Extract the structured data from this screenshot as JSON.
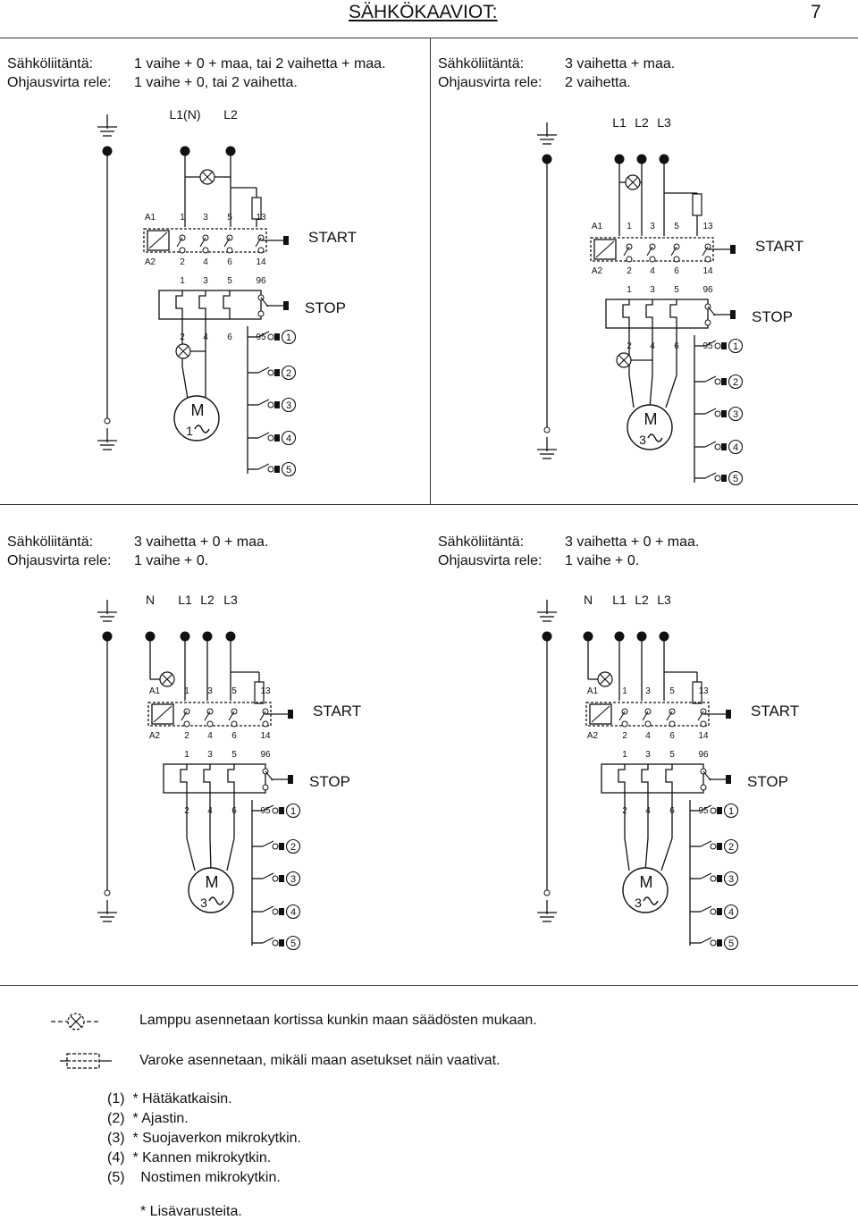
{
  "page": {
    "title": "SÄHKÖKAAVIOT:",
    "number": "7"
  },
  "panels": [
    {
      "conn_label": "Sähköliitäntä:",
      "conn_value": "1 vaihe + 0 + maa, tai 2 vaihetta + maa.",
      "ctrl_label": "Ohjausvirta rele:",
      "ctrl_value": "1 vaihe + 0, tai 2 vaihetta.",
      "supply": [
        "L1(N)",
        "L2"
      ],
      "motor": [
        "M",
        "1"
      ]
    },
    {
      "conn_label": "Sähköliitäntä:",
      "conn_value": "3 vaihetta + maa.",
      "ctrl_label": "Ohjausvirta rele:",
      "ctrl_value": "2 vaihetta.",
      "supply": [
        "L1",
        "L2",
        "L3"
      ],
      "motor": [
        "M",
        "3"
      ]
    },
    {
      "conn_label": "Sähköliitäntä:",
      "conn_value": "3 vaihetta + 0 + maa.",
      "ctrl_label": "Ohjausvirta rele:",
      "ctrl_value": "1 vaihe + 0.",
      "supply": [
        "N",
        "L1",
        "L2",
        "L3"
      ],
      "motor": [
        "M",
        "3"
      ]
    },
    {
      "conn_label": "Sähköliitäntä:",
      "conn_value": "3 vaihetta + 0 + maa.",
      "ctrl_label": "Ohjausvirta rele:",
      "ctrl_value": "1 vaihe + 0.",
      "supply": [
        "N",
        "L1",
        "L2",
        "L3"
      ],
      "motor": [
        "M",
        "3"
      ]
    }
  ],
  "contactor": {
    "top": [
      "A1",
      "1",
      "3",
      "5",
      "13"
    ],
    "bottom": [
      "A2",
      "2",
      "4",
      "6",
      "14"
    ],
    "relay_top": [
      "1",
      "3",
      "5",
      "96"
    ],
    "relay_bottom": [
      "2",
      "4",
      "6",
      "95"
    ]
  },
  "buttons": {
    "start": "START",
    "stop": "STOP"
  },
  "switch_numbers": [
    "1",
    "2",
    "3",
    "4",
    "5"
  ],
  "legend": {
    "lamp": "Lamppu asennetaan kortissa kunkin maan säädösten mukaan.",
    "heater": "Varoke asennetaan, mikäli maan asetukset näin vaativat."
  },
  "notes": [
    {
      "num": "(1)",
      "text": "* Hätäkatkaisin."
    },
    {
      "num": "(2)",
      "text": "* Ajastin."
    },
    {
      "num": "(3)",
      "text": "* Suojaverkon mikrokytkin."
    },
    {
      "num": "(4)",
      "text": "* Kannen mikrokytkin."
    },
    {
      "num": "(5)",
      "text": "  Nostimen mikrokytkin."
    }
  ],
  "footnote": "* Lisävarusteita."
}
